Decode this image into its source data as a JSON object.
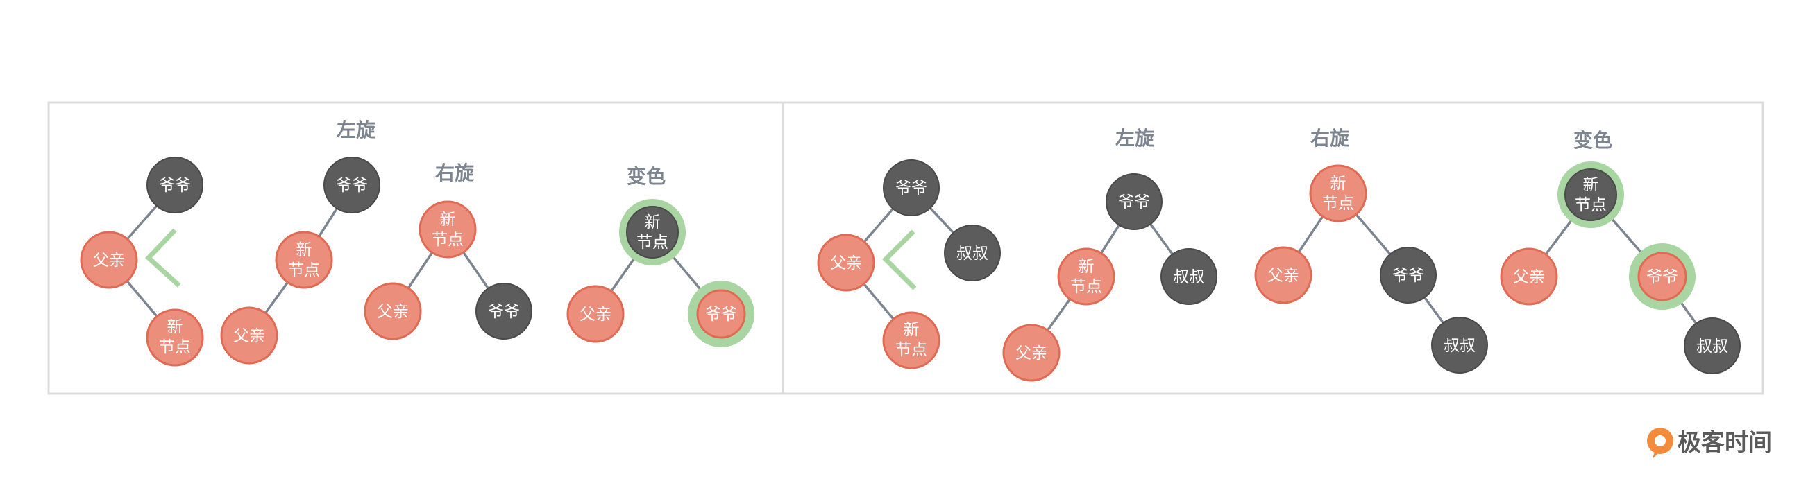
{
  "labels": {
    "left_rotate": "左旋",
    "right_rotate": "右旋",
    "recolor": "变色"
  },
  "nodes": {
    "grandpa": "爷爷",
    "father": "父亲",
    "uncle": "叔叔",
    "new_line1": "新",
    "new_line2": "节点"
  },
  "brand": {
    "name": "极客时间"
  },
  "colors": {
    "red_node": "#ec8e7c",
    "dark_node": "#5c5c5c",
    "highlight_ring": "#a8d5a2",
    "edge": "#7d8591",
    "label": "#7d8591"
  }
}
